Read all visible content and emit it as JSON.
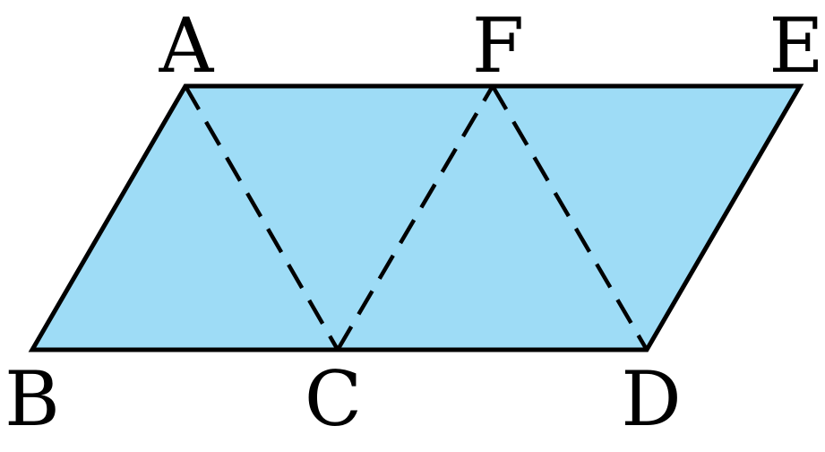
{
  "diagram": {
    "fill_color": "#9edcf6",
    "stroke_color": "#000000",
    "points": {
      "A": "A",
      "B": "B",
      "C": "C",
      "D": "D",
      "E": "E",
      "F": "F"
    }
  }
}
